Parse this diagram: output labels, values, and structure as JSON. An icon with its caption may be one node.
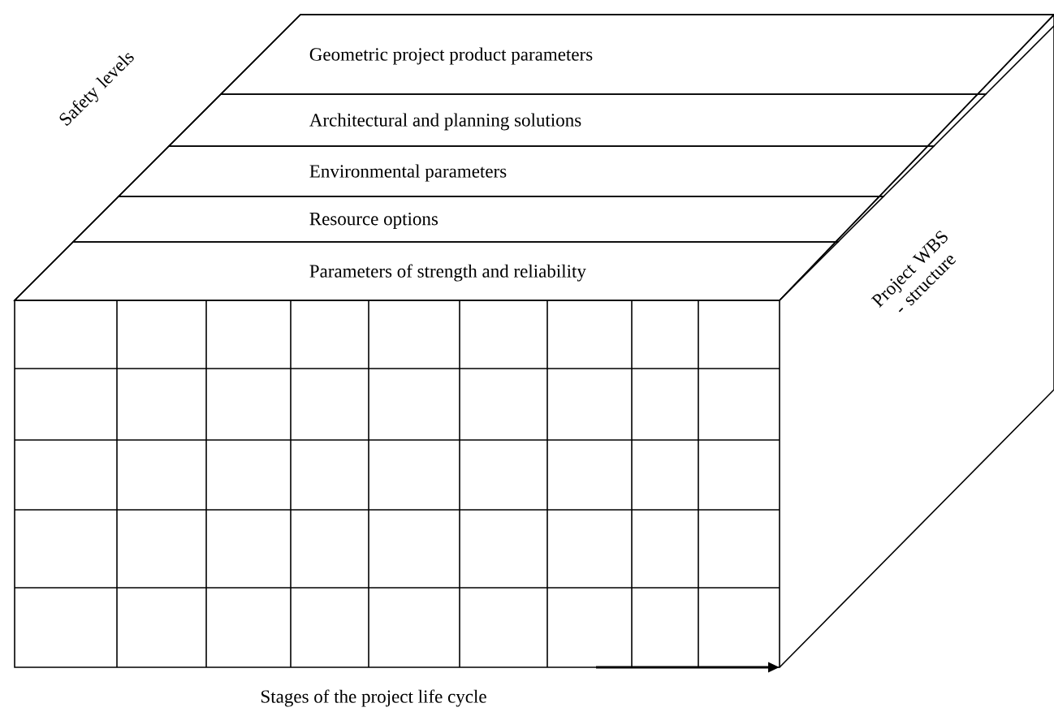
{
  "diagram": {
    "nodes": [
      {
        "text": [
          "Geometric project product parameters"
        ]
      },
      {
        "text": [
          "Architectural and planning solutions"
        ]
      },
      {
        "text": [
          "Environmental parameters"
        ]
      },
      {
        "text": [
          "Resource options"
        ]
      },
      {
        "text": [
          "Parameters of strength and reliability"
        ]
      }
    ],
    "labels": [
      "Safety levels",
      "Project WBS - structure",
      "Stages of the project life cycle"
    ]
  }
}
